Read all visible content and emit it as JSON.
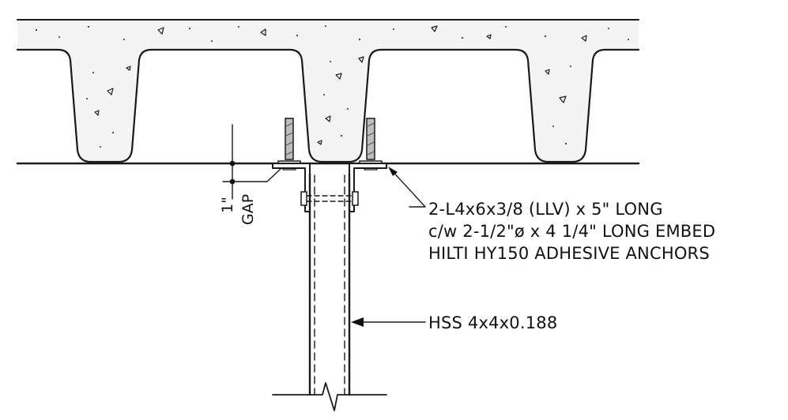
{
  "callouts": {
    "angle_line1": "2-L4x6x3/8 (LLV) x 5\" LONG",
    "angle_line2": "c/w 2-1/2\"ø x 4 1/4\" LONG EMBED",
    "angle_line3": "HILTI HY150 ADHESIVE ANCHORS",
    "hss": "HSS 4x4x0.188"
  },
  "dimension": {
    "value": "1\"",
    "label": "GAP"
  }
}
